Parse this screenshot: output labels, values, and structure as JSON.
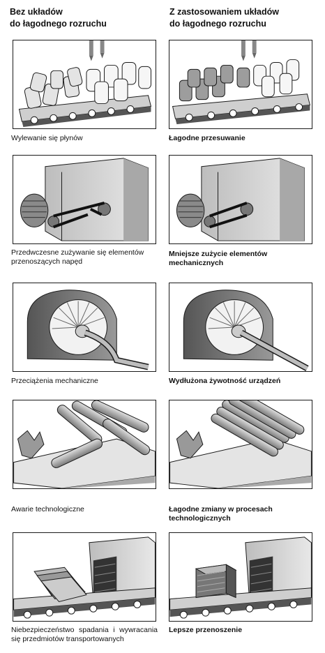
{
  "columns": {
    "left": {
      "title": "Bez układów\ndo łagodnego rozruchu",
      "captions": [
        "Wylewanie się płynów",
        "Przedwczesne zużywanie się elementów przenoszących napęd",
        "Przeciążenia mechaniczne",
        "Awarie technologiczne",
        "Niebezpieczeństwo spadania i wywracania się przedmiotów transportowanych"
      ]
    },
    "right": {
      "title": "Z zastosowaniem układów\ndo łagodnego rozruchu",
      "captions": [
        "Łagodne przesuwanie",
        "Mniejsze zużycie elementów mechanicznych",
        "Wydłużona żywotność urządzeń",
        "Łagodne zmiany w procesach technologicznych",
        "Lepsze przenoszenie"
      ]
    }
  },
  "illustrations": [
    "conveyor-jars-icon",
    "belt-drive-icon",
    "fan-shaft-icon",
    "saw-logs-icon",
    "conveyor-stack-icon"
  ],
  "colors": {
    "line": "#1a1a1a",
    "shade": "#9a9a9a",
    "light": "#d9d9d9"
  }
}
